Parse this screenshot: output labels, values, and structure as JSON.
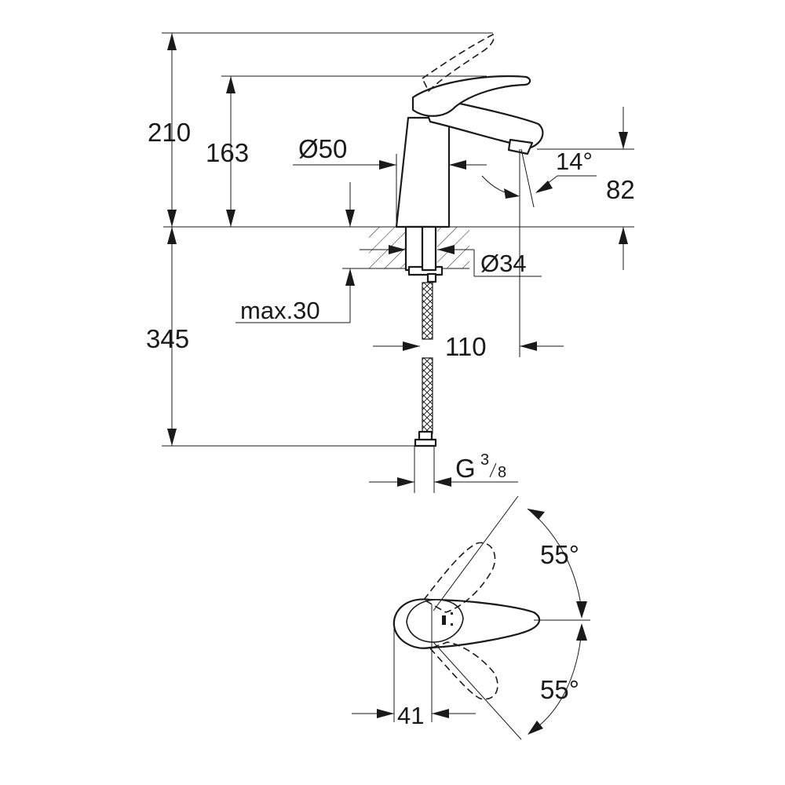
{
  "dimensions": {
    "total_height": "210",
    "spout_height": "163",
    "base_diameter": "Ø50",
    "spout_angle": "14°",
    "spout_outlet_height": "82",
    "hole_diameter": "Ø34",
    "max_thickness": "max.30",
    "hose_length": "345",
    "projection": "110",
    "thread_letter": "G",
    "thread_num": "3",
    "thread_den": "8",
    "lever_width": "41",
    "angle_up": "55°",
    "angle_down": "55°"
  }
}
